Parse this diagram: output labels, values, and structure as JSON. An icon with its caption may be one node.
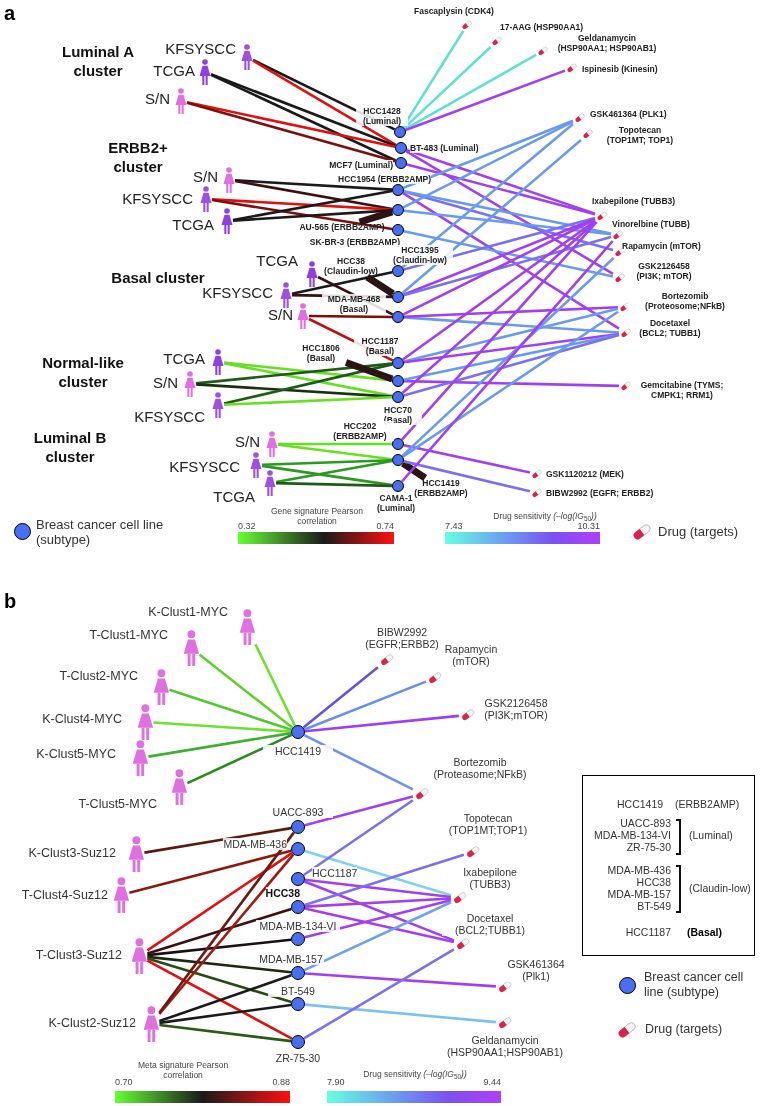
{
  "diagram": {
    "nodes": [
      {
        "text": [],
        "shape": "person",
        "beside": [
          "KFSYSCC"
        ]
      },
      {
        "text": [],
        "shape": "person",
        "beside": [
          "TCGA"
        ]
      },
      {
        "text": [],
        "shape": "person",
        "beside": [
          "S/N"
        ]
      },
      {
        "text": [],
        "shape": "person",
        "beside": [
          "S/N"
        ]
      },
      {
        "text": [],
        "shape": "person",
        "beside": [
          "KFSYSCC"
        ]
      },
      {
        "text": [],
        "shape": "person",
        "beside": [
          "TCGA"
        ]
      },
      {
        "text": [],
        "shape": "person",
        "beside": [
          "TCGA"
        ]
      },
      {
        "text": [],
        "shape": "person",
        "beside": [
          "KFSYSCC"
        ]
      },
      {
        "text": [],
        "shape": "person",
        "beside": [
          "S/N"
        ]
      },
      {
        "text": [],
        "shape": "person",
        "beside": [
          "TCGA"
        ]
      },
      {
        "text": [],
        "shape": "person",
        "beside": [
          "S/N"
        ]
      },
      {
        "text": [],
        "shape": "person",
        "beside": [
          "KFSYSCC"
        ]
      },
      {
        "text": [],
        "shape": "person",
        "beside": [
          "S/N"
        ]
      },
      {
        "text": [],
        "shape": "person",
        "beside": [
          "KFSYSCC"
        ]
      },
      {
        "text": [],
        "shape": "person",
        "beside": [
          "TCGA"
        ]
      },
      {
        "text": [],
        "shape": "circle",
        "beside": [
          "HCC1428 (Luminal)"
        ]
      },
      {
        "text": [],
        "shape": "circle",
        "beside": [
          "BT-483 (Luminal)"
        ]
      },
      {
        "text": [],
        "shape": "circle",
        "beside": [
          "MCF7 (Luminal)"
        ]
      },
      {
        "text": [],
        "shape": "circle",
        "beside": [
          "HCC1954 (ERBB2AMP)"
        ]
      },
      {
        "text": [],
        "shape": "circle"
      },
      {
        "text": [],
        "shape": "circle",
        "beside": [
          "SK-BR-3 (ERBB2AMP)"
        ]
      },
      {
        "text": [],
        "shape": "circle",
        "beside": [
          "HCC1395 (Claudin-low)"
        ]
      },
      {
        "text": [],
        "shape": "circle"
      },
      {
        "text": [],
        "shape": "circle",
        "beside": [
          "MDA-MB-468 (Basal)"
        ]
      },
      {
        "text": [],
        "shape": "circle",
        "beside": [
          "HCC1187 (Basal)"
        ]
      },
      {
        "text": [],
        "shape": "circle"
      },
      {
        "text": [],
        "shape": "circle",
        "beside": [
          "HCC70 (Basal)"
        ]
      },
      {
        "text": [],
        "shape": "circle",
        "beside": [
          "HCC202 (ERBB2AMP)"
        ]
      },
      {
        "text": [],
        "shape": "circle"
      },
      {
        "text": [],
        "shape": "circle",
        "beside": [
          "CAMA-1 (Luminal)"
        ]
      },
      {
        "text": [
          "AU-565 (ERBB2AMP)"
        ]
      },
      {
        "text": [
          "HCC38 (Claudin-low)"
        ]
      },
      {
        "text": [
          "HCC1806 (Basal)"
        ]
      },
      {
        "text": [
          "HCC1419 (ERBB2AMP)"
        ]
      },
      {
        "text": [],
        "shape": "capsule",
        "beside": [
          "Fascaplysin (CDK4)"
        ]
      },
      {
        "text": [],
        "shape": "capsule",
        "beside": [
          "17-AAG (HSP90AA1)"
        ]
      },
      {
        "text": [],
        "shape": "capsule",
        "beside": [
          "Geldanamycin (HSP90AA1; HSP90AB1)"
        ]
      },
      {
        "text": [],
        "shape": "capsule",
        "beside": [
          "Ispinesib (Kinesin)"
        ]
      },
      {
        "text": [],
        "shape": "capsule",
        "beside": [
          "GSK461364 (PLK1)"
        ]
      },
      {
        "text": [],
        "shape": "capsule",
        "beside": [
          "Topotecan (TOP1MT; TOP1)"
        ]
      },
      {
        "text": [],
        "shape": "capsule",
        "beside": [
          "Ixabepilone (TUBB3)"
        ]
      },
      {
        "text": [],
        "shape": "capsule",
        "beside": [
          "Vinorelbine (TUBB)"
        ]
      },
      {
        "text": [],
        "shape": "capsule",
        "beside": [
          "Rapamycin (mTOR)"
        ]
      },
      {
        "text": [],
        "shape": "capsule",
        "beside": [
          "GSK2126458 (PI3K; mTOR)"
        ]
      },
      {
        "text": [],
        "shape": "capsule",
        "beside": [
          "Bortezomib (Proteosome;NFkB)"
        ]
      },
      {
        "text": [],
        "shape": "capsule",
        "beside": [
          "Docetaxel (BCL2; TUBB1)"
        ]
      },
      {
        "text": [],
        "shape": "capsule",
        "beside": [
          "Gemcitabine (TYMS; CMPK1; RRM1)"
        ]
      },
      {
        "text": [],
        "shape": "capsule",
        "beside": [
          "GSK1120212 (MEK)"
        ]
      },
      {
        "text": [],
        "shape": "capsule",
        "beside": [
          "BIBW2992 (EGFR; ERBB2)"
        ]
      },
      {
        "text": [],
        "shape": "person",
        "beside": [
          "K-Clust1-MYC"
        ]
      },
      {
        "text": [],
        "shape": "person",
        "beside": [
          "T-Clust1-MYC"
        ]
      },
      {
        "text": [],
        "shape": "person",
        "beside": [
          "T-Clust2-MYC"
        ]
      },
      {
        "text": [],
        "shape": "person",
        "beside": [
          "K-Clust4-MYC"
        ]
      },
      {
        "text": [],
        "shape": "person",
        "beside": [
          "K-Clust5-MYC"
        ]
      },
      {
        "text": [],
        "shape": "person",
        "beside": [
          "T-Clust5-MYC"
        ]
      },
      {
        "text": [],
        "shape": "person",
        "beside": [
          "K-Clust3-Suz12"
        ]
      },
      {
        "text": [],
        "shape": "person",
        "beside": [
          "T-Clust4-Suz12"
        ]
      },
      {
        "text": [],
        "shape": "person",
        "beside": [
          "T-Clust3-Suz12"
        ]
      },
      {
        "text": [],
        "shape": "person",
        "beside": [
          "K-Clust2-Suz12"
        ]
      },
      {
        "text": [],
        "shape": "circle",
        "beside": [
          "HCC1419"
        ]
      },
      {
        "text": [],
        "shape": "circle",
        "beside": [
          "UACC-893"
        ]
      },
      {
        "text": [],
        "shape": "circle",
        "beside": [
          "MDA-MB-436"
        ]
      },
      {
        "text": [],
        "shape": "circle",
        "beside": [
          "HCC1187"
        ]
      },
      {
        "text": [],
        "shape": "circle",
        "beside": [
          "HCC38"
        ]
      },
      {
        "text": [],
        "shape": "circle",
        "beside": [
          "MDA-MB-134-VI"
        ]
      },
      {
        "text": [],
        "shape": "circle",
        "beside": [
          "MDA-MB-157"
        ]
      },
      {
        "text": [],
        "shape": "circle",
        "beside": [
          "BT-549"
        ]
      },
      {
        "text": [],
        "shape": "circle",
        "beside": [
          "ZR-75-30"
        ]
      },
      {
        "text": [],
        "shape": "capsule",
        "beside": [
          "BIBW2992 (EGFR;ERBB2)"
        ]
      },
      {
        "text": [],
        "shape": "capsule",
        "beside": [
          "Rapamycin (mTOR)"
        ]
      },
      {
        "text": [],
        "shape": "capsule",
        "beside": [
          "GSK2126458 (PI3K;mTOR)"
        ]
      },
      {
        "text": [],
        "shape": "capsule",
        "beside": [
          "Bortezomib (Proteasome;NFkB)"
        ]
      },
      {
        "text": [],
        "shape": "capsule",
        "beside": [
          "Topotecan (TOP1MT;TOP1)"
        ]
      },
      {
        "text": [],
        "shape": "capsule",
        "beside": [
          "Ixabepilone (TUBB3)"
        ]
      },
      {
        "text": [],
        "shape": "capsule",
        "beside": [
          "Docetaxel (BCL2;TUBB1)"
        ]
      },
      {
        "text": [],
        "shape": "capsule",
        "beside": [
          "GSK461364 (Plk1)"
        ]
      },
      {
        "text": [],
        "shape": "capsule",
        "beside": [
          "Geldanamycin (HSP90AA1;HSP90AB1)"
        ]
      },
      {
        "text": [
          "HCC1419",
          "(ERBB2AMP)",
          "UACC-893 MDA-MB-134-VI ZR-75-30",
          "(Luminal)",
          "MDA-MB-436 HCC38 MDA-MB-157 BT-549",
          "(Claudin-low)",
          "HCC1187",
          "(Basal)"
        ]
      }
    ],
    "edges": [
      {
        "from": 0,
        "to": 15,
        "arrow": "none",
        "color": "#1a1a1a"
      },
      {
        "from": 0,
        "to": 16,
        "arrow": "none",
        "color": "#e01010"
      },
      {
        "from": 1,
        "to": 16,
        "arrow": "none",
        "color": "#1a1a1a"
      },
      {
        "from": 1,
        "to": 17,
        "arrow": "none",
        "color": "#1a1a1a"
      },
      {
        "from": 2,
        "to": 16,
        "arrow": "none",
        "color": "#e01010"
      },
      {
        "from": 2,
        "to": 17,
        "arrow": "none",
        "color": "#7a1010"
      },
      {
        "from": 3,
        "to": 18,
        "arrow": "none",
        "color": "#1a1a1a"
      },
      {
        "from": 3,
        "to": 19,
        "arrow": "none",
        "color": "#3a1010"
      },
      {
        "from": 4,
        "to": 19,
        "arrow": "none",
        "color": "#e01010"
      },
      {
        "from": 4,
        "to": 20,
        "arrow": "none",
        "color": "#7a1010"
      },
      {
        "from": 5,
        "to": 18,
        "arrow": "none",
        "color": "#1a1a1a"
      },
      {
        "from": 5,
        "to": 19,
        "arrow": "none",
        "color": "#1a1a1a"
      },
      {
        "from": 6,
        "to": 23,
        "arrow": "none",
        "color": "#3a1010"
      },
      {
        "from": 7,
        "to": 21,
        "arrow": "none",
        "color": "#1a1a1a"
      },
      {
        "from": 7,
        "to": 22,
        "arrow": "none",
        "color": "#3a1010"
      },
      {
        "from": 8,
        "to": 23,
        "arrow": "none",
        "color": "#7a1010"
      },
      {
        "from": 8,
        "to": 24,
        "arrow": "none",
        "color": "#c01010"
      },
      {
        "from": 9,
        "to": 25,
        "arrow": "none",
        "color": "#66e020"
      },
      {
        "from": 9,
        "to": 26,
        "arrow": "none",
        "color": "#66e020"
      },
      {
        "from": 10,
        "to": 24,
        "arrow": "none",
        "color": "#1f5a18"
      },
      {
        "from": 10,
        "to": 26,
        "arrow": "none",
        "color": "#1a3010"
      },
      {
        "from": 11,
        "to": 24,
        "arrow": "none",
        "color": "#1f5a18"
      },
      {
        "from": 11,
        "to": 26,
        "arrow": "none",
        "color": "#66e020"
      },
      {
        "from": 12,
        "to": 27,
        "arrow": "none",
        "color": "#66e020"
      },
      {
        "from": 12,
        "to": 28,
        "arrow": "none",
        "color": "#66e020"
      },
      {
        "from": 13,
        "to": 28,
        "arrow": "none",
        "color": "#2a9a20"
      },
      {
        "from": 13,
        "to": 29,
        "arrow": "none",
        "color": "#2a9a20"
      },
      {
        "from": 14,
        "to": 28,
        "arrow": "none",
        "color": "#2a9a20"
      },
      {
        "from": 14,
        "to": 29,
        "arrow": "none",
        "color": "#1f5a18"
      },
      {
        "from": 30,
        "to": 19,
        "arrow": "none",
        "style": "thick",
        "color": "#2a1414"
      },
      {
        "from": 31,
        "to": 22,
        "arrow": "none",
        "style": "thick",
        "color": "#2a1414"
      },
      {
        "from": 32,
        "to": 25,
        "arrow": "none",
        "style": "thick",
        "color": "#2a1414"
      },
      {
        "from": 33,
        "to": 28,
        "arrow": "none",
        "style": "thick",
        "color": "#2a1414"
      },
      {
        "from": 15,
        "to": 34,
        "arrow": "none",
        "color": "#60e0d0"
      },
      {
        "from": 15,
        "to": 35,
        "arrow": "none",
        "color": "#60e0d0"
      },
      {
        "from": 15,
        "to": 36,
        "arrow": "none",
        "color": "#60e0d0"
      },
      {
        "from": 15,
        "to": 37,
        "arrow": "none",
        "color": "#a040f0"
      },
      {
        "from": 16,
        "to": 40,
        "arrow": "none",
        "color": "#a040f0"
      },
      {
        "from": 16,
        "to": 43,
        "arrow": "none",
        "color": "#a040f0"
      },
      {
        "from": 17,
        "to": 40,
        "arrow": "none",
        "color": "#a040f0"
      },
      {
        "from": 18,
        "to": 38,
        "arrow": "none",
        "color": "#6a9af0"
      },
      {
        "from": 18,
        "to": 42,
        "arrow": "none",
        "color": "#7a70f0"
      },
      {
        "from": 18,
        "to": 41,
        "arrow": "none",
        "color": "#6a9af0"
      },
      {
        "from": 18,
        "to": 45,
        "arrow": "none",
        "color": "#a040f0"
      },
      {
        "from": 19,
        "to": 38,
        "arrow": "none",
        "color": "#6a9af0"
      },
      {
        "from": 19,
        "to": 41,
        "arrow": "none",
        "color": "#6a9af0"
      },
      {
        "from": 20,
        "to": 43,
        "arrow": "none",
        "color": "#6a9af0"
      },
      {
        "from": 21,
        "to": 38,
        "arrow": "none",
        "color": "#6a9af0"
      },
      {
        "from": 21,
        "to": 40,
        "arrow": "none",
        "color": "#7a70f0"
      },
      {
        "from": 22,
        "to": 40,
        "arrow": "none",
        "color": "#a040f0"
      },
      {
        "from": 22,
        "to": 41,
        "arrow": "none",
        "color": "#7a70f0"
      },
      {
        "from": 22,
        "to": 39,
        "arrow": "none",
        "color": "#6a9af0"
      },
      {
        "from": 23,
        "to": 45,
        "arrow": "none",
        "color": "#6a9af0"
      },
      {
        "from": 23,
        "to": 44,
        "arrow": "none",
        "color": "#a040f0"
      },
      {
        "from": 23,
        "to": 40,
        "arrow": "none",
        "color": "#a040f0"
      },
      {
        "from": 24,
        "to": 44,
        "arrow": "none",
        "color": "#6a9af0"
      },
      {
        "from": 24,
        "to": 45,
        "arrow": "none",
        "color": "#a040f0"
      },
      {
        "from": 24,
        "to": 40,
        "arrow": "none",
        "color": "#a040f0"
      },
      {
        "from": 25,
        "to": 46,
        "arrow": "none",
        "color": "#a040f0"
      },
      {
        "from": 25,
        "to": 45,
        "arrow": "none",
        "color": "#6a9af0"
      },
      {
        "from": 26,
        "to": 40,
        "arrow": "none",
        "color": "#a040f0"
      },
      {
        "from": 26,
        "to": 45,
        "arrow": "none",
        "color": "#7a70f0"
      },
      {
        "from": 27,
        "to": 47,
        "arrow": "none",
        "color": "#a040f0"
      },
      {
        "from": 27,
        "to": 40,
        "arrow": "none",
        "color": "#a040f0"
      },
      {
        "from": 28,
        "to": 48,
        "arrow": "none",
        "color": "#7a70f0"
      },
      {
        "from": 28,
        "to": 42,
        "arrow": "none",
        "color": "#6a9af0"
      },
      {
        "from": 28,
        "to": 44,
        "arrow": "none",
        "color": "#6a9af0"
      },
      {
        "from": 29,
        "to": 41,
        "arrow": "none",
        "color": "#a040f0"
      },
      {
        "from": 49,
        "to": 59,
        "arrow": "none",
        "color": "#70e030"
      },
      {
        "from": 50,
        "to": 59,
        "arrow": "none",
        "color": "#60d030"
      },
      {
        "from": 51,
        "to": 59,
        "arrow": "none",
        "color": "#50c830"
      },
      {
        "from": 52,
        "to": 59,
        "arrow": "none",
        "color": "#70e030"
      },
      {
        "from": 53,
        "to": 59,
        "arrow": "none",
        "color": "#40b030"
      },
      {
        "from": 54,
        "to": 59,
        "arrow": "none",
        "color": "#2a8a20"
      },
      {
        "from": 55,
        "to": 60,
        "arrow": "none",
        "color": "#5a1a10"
      },
      {
        "from": 56,
        "to": 61,
        "arrow": "none",
        "color": "#8a1a10"
      },
      {
        "from": 57,
        "to": 61,
        "arrow": "none",
        "color": "#e01010"
      },
      {
        "from": 57,
        "to": 63,
        "arrow": "none",
        "color": "#3a1010"
      },
      {
        "from": 57,
        "to": 64,
        "arrow": "none",
        "color": "#1a1010"
      },
      {
        "from": 57,
        "to": 65,
        "arrow": "none",
        "color": "#1a2a10"
      },
      {
        "from": 57,
        "to": 66,
        "arrow": "none",
        "color": "#2a4a15"
      },
      {
        "from": 57,
        "to": 67,
        "arrow": "none",
        "color": "#e01010"
      },
      {
        "from": 58,
        "to": 61,
        "arrow": "none",
        "color": "#a01a10"
      },
      {
        "from": 58,
        "to": 60,
        "arrow": "none",
        "color": "#6a1a10"
      },
      {
        "from": 58,
        "to": 65,
        "arrow": "none",
        "color": "#1a1a1a"
      },
      {
        "from": 58,
        "to": 66,
        "arrow": "none",
        "color": "#1a1a1a"
      },
      {
        "from": 58,
        "to": 67,
        "arrow": "none",
        "color": "#2a5a15"
      },
      {
        "from": 59,
        "to": 68,
        "arrow": "none",
        "color": "#6a50e0"
      },
      {
        "from": 59,
        "to": 69,
        "arrow": "none",
        "color": "#6a8ff0"
      },
      {
        "from": 59,
        "to": 70,
        "arrow": "none",
        "color": "#9a40f0"
      },
      {
        "from": 59,
        "to": 71,
        "arrow": "none",
        "color": "#7090f0"
      },
      {
        "from": 60,
        "to": 71,
        "arrow": "none",
        "color": "#a040f0"
      },
      {
        "from": 61,
        "to": 73,
        "arrow": "none",
        "color": "#80d0f0"
      },
      {
        "from": 62,
        "to": 71,
        "arrow": "none",
        "color": "#7a70f0"
      },
      {
        "from": 62,
        "to": 73,
        "arrow": "none",
        "color": "#a040f0"
      },
      {
        "from": 62,
        "to": 74,
        "arrow": "none",
        "color": "#a040f0"
      },
      {
        "from": 63,
        "to": 72,
        "arrow": "none",
        "color": "#7a70f0"
      },
      {
        "from": 63,
        "to": 73,
        "arrow": "none",
        "color": "#a040f0"
      },
      {
        "from": 63,
        "to": 74,
        "arrow": "none",
        "color": "#a040f0"
      },
      {
        "from": 64,
        "to": 73,
        "arrow": "none",
        "color": "#a040f0"
      },
      {
        "from": 65,
        "to": 73,
        "arrow": "none",
        "color": "#70a0f0"
      },
      {
        "from": 65,
        "to": 75,
        "arrow": "none",
        "color": "#a040f0"
      },
      {
        "from": 66,
        "to": 76,
        "arrow": "none",
        "color": "#80c0f0"
      },
      {
        "from": 67,
        "to": 74,
        "arrow": "none",
        "color": "#7a70f0"
      }
    ],
    "labels": [
      "a",
      "Luminal A cluster",
      "ERBB2+ cluster",
      "Basal cluster",
      "Normal-like cluster",
      "Luminal B cluster",
      "Gene signature Pearson correlation",
      "0.32",
      "0.74",
      "Drug sensitivity *(–log(IG*$_{50}$*))*",
      "7.43",
      "10.31",
      "b",
      "Meta signature Pearson correlation",
      "0.70",
      "0.88",
      "Drug sensitivity *(–log(IG*$_{50}$*))*",
      "7.90",
      "9.44"
    ],
    "legend": [
      {
        "text": "Breast cancer cell line (subtype)"
      },
      {
        "text": "Drug (targets)"
      },
      {
        "text": "Breast cancer cell line (subtype)"
      },
      {
        "text": "Drug (targets)"
      }
    ]
  }
}
